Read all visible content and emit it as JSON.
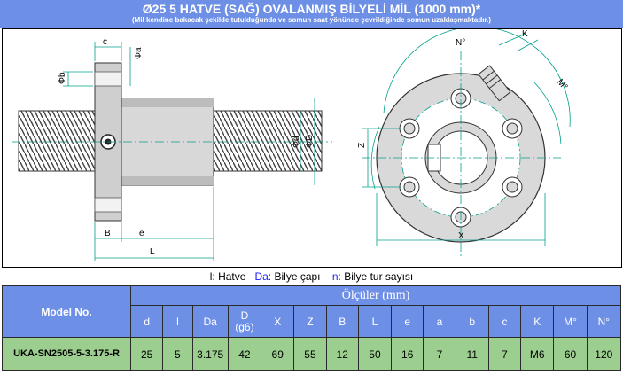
{
  "header": {
    "title": "Ø25  5 HATVE (SAĞ) OVALANMIŞ BİLYELİ MİL (1000 mm)*",
    "subtitle": "(Mil kendine bakacak şekilde tutulduğunda ve somun saat yönünde çevrildiğinde somun uzaklaşmaktadır.)"
  },
  "drawing": {
    "labels": {
      "c": "c",
      "a": "Φa",
      "b": "Φb",
      "d": "Φd",
      "D": "ΦD",
      "B": "B",
      "e": "e",
      "L": "L",
      "N": "N°",
      "K": "K",
      "M": "M°",
      "Z": "Z",
      "X": "X"
    }
  },
  "legend": {
    "l_key": "l:",
    "l_text": "Hatve",
    "da_key": "Da:",
    "da_text": "Bilye çapı",
    "n_key": "n:",
    "n_text": "Bilye tur sayısı"
  },
  "table": {
    "model_header": "Model No.",
    "group_header": "Ölçüler (mm)",
    "columns": [
      "d",
      "l",
      "Da",
      "D\n(g6)",
      "X",
      "Z",
      "B",
      "L",
      "e",
      "a",
      "b",
      "c",
      "K",
      "M°",
      "N°"
    ],
    "row": {
      "model": "UKA-SN2505-5-3.175-R",
      "values": [
        "25",
        "5",
        "3.175",
        "42",
        "69",
        "55",
        "12",
        "50",
        "16",
        "7",
        "11",
        "7",
        "M6",
        "60",
        "120"
      ]
    }
  }
}
